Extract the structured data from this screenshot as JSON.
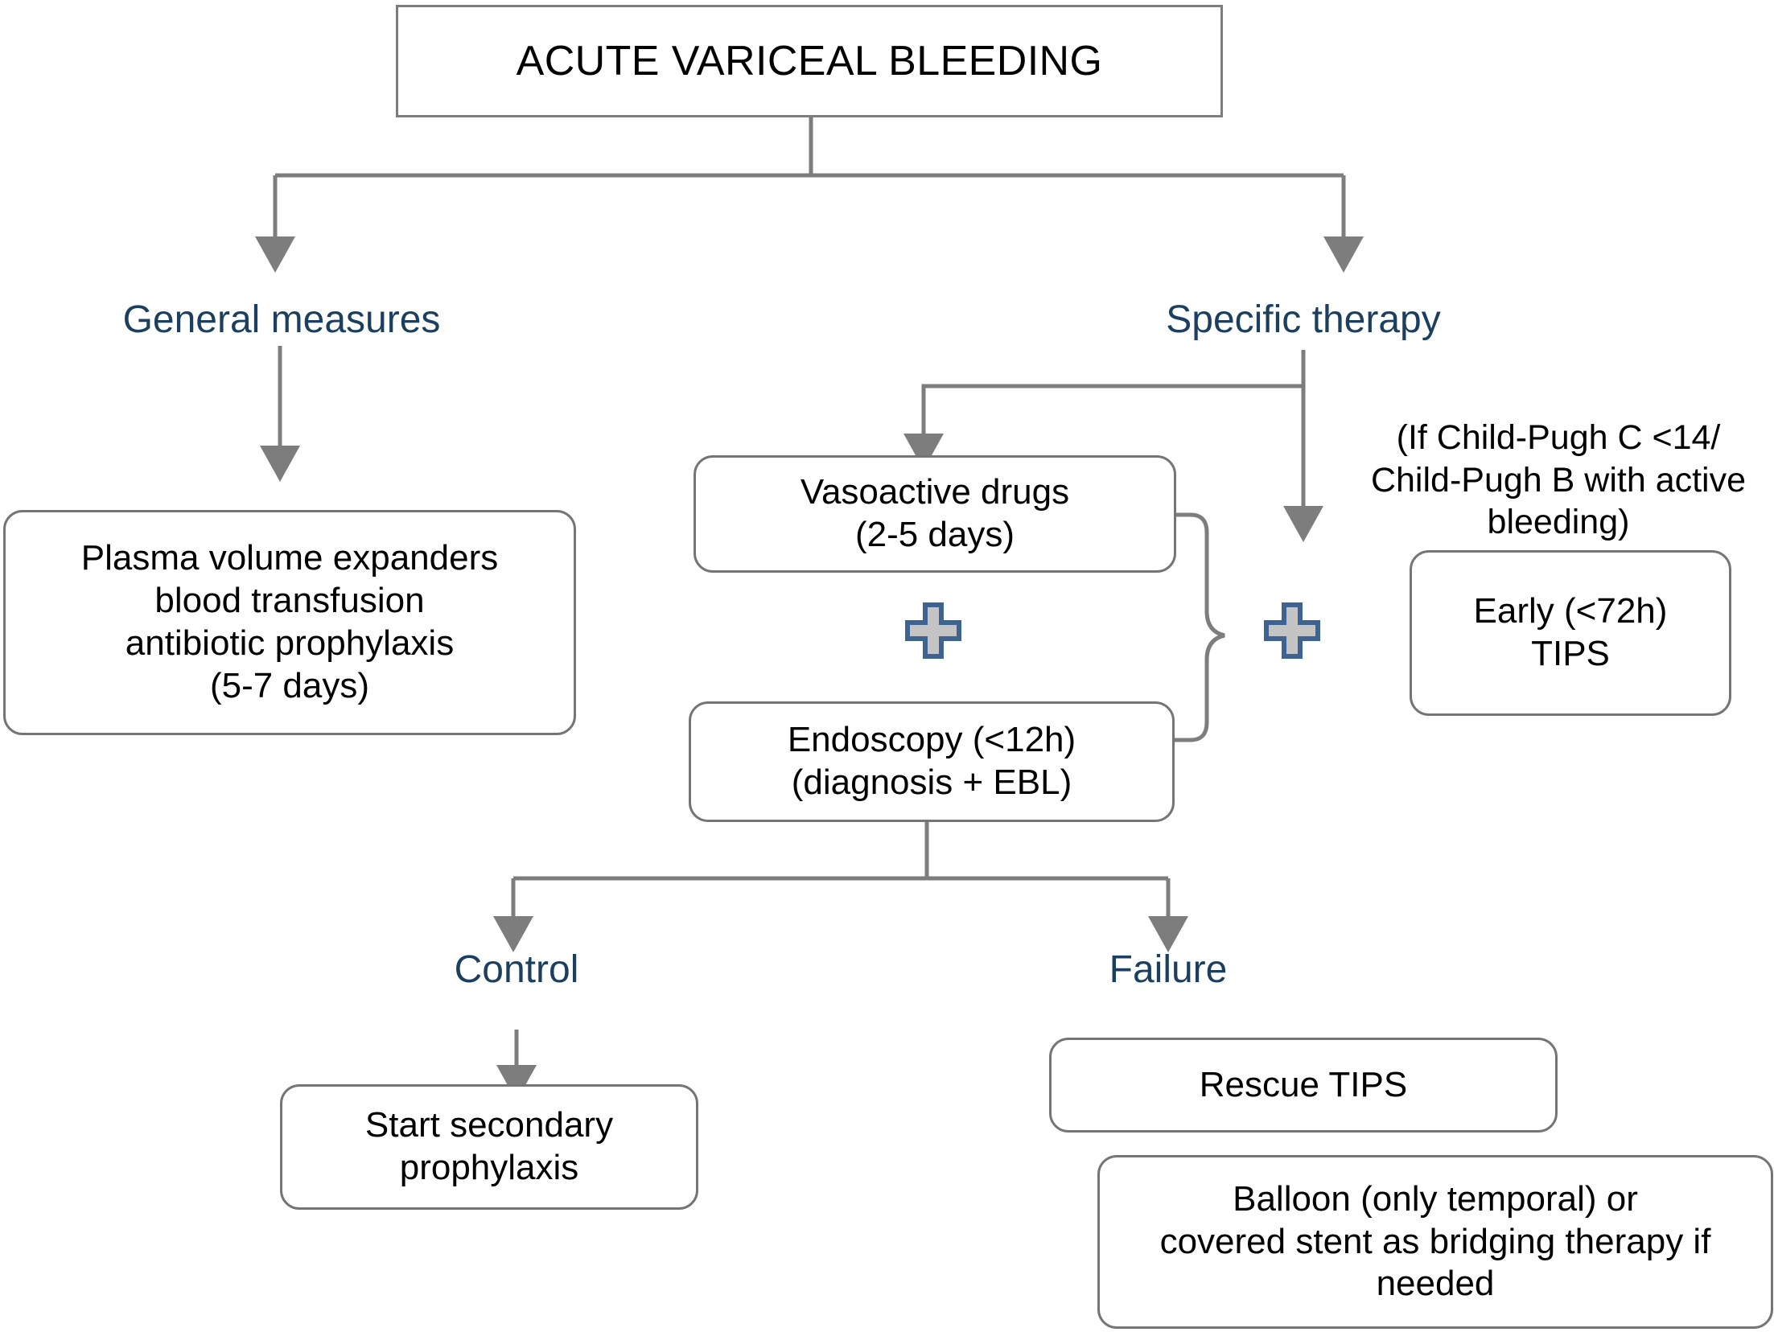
{
  "diagram": {
    "title": "ACUTE VARICEAL BLEEDING",
    "accent_color": "#1c3f5f",
    "line_color": "#7d7d7d",
    "box_border_color": "#757575",
    "plus_fill": "#c4c4c4",
    "plus_stroke": "#3f6391",
    "root": {
      "label": "ACUTE VARICEAL BLEEDING"
    },
    "branches": {
      "general": "General measures",
      "specific": "Specific therapy",
      "control": "Control",
      "failure": "Failure"
    },
    "notes": {
      "child_pugh": "(If Child-Pugh C <14/\nChild-Pugh B with active\nbleeding)"
    },
    "boxes": {
      "general_measures": "Plasma volume expanders\nblood transfusion\nantibiotic prophylaxis\n(5-7 days)",
      "vasoactive_drugs": "Vasoactive drugs\n(2-5 days)",
      "endoscopy": "Endoscopy (<12h)\n(diagnosis + EBL)",
      "early_tips": "Early (<72h)\nTIPS",
      "secondary_prophylaxis": "Start secondary\nprophylaxis",
      "rescue_tips": "Rescue TIPS",
      "balloon": "Balloon (only temporal) or\ncovered stent as bridging therapy if\nneeded"
    },
    "icons": {
      "plus_combine_left": "plus-icon",
      "plus_combine_right": "plus-icon"
    }
  }
}
